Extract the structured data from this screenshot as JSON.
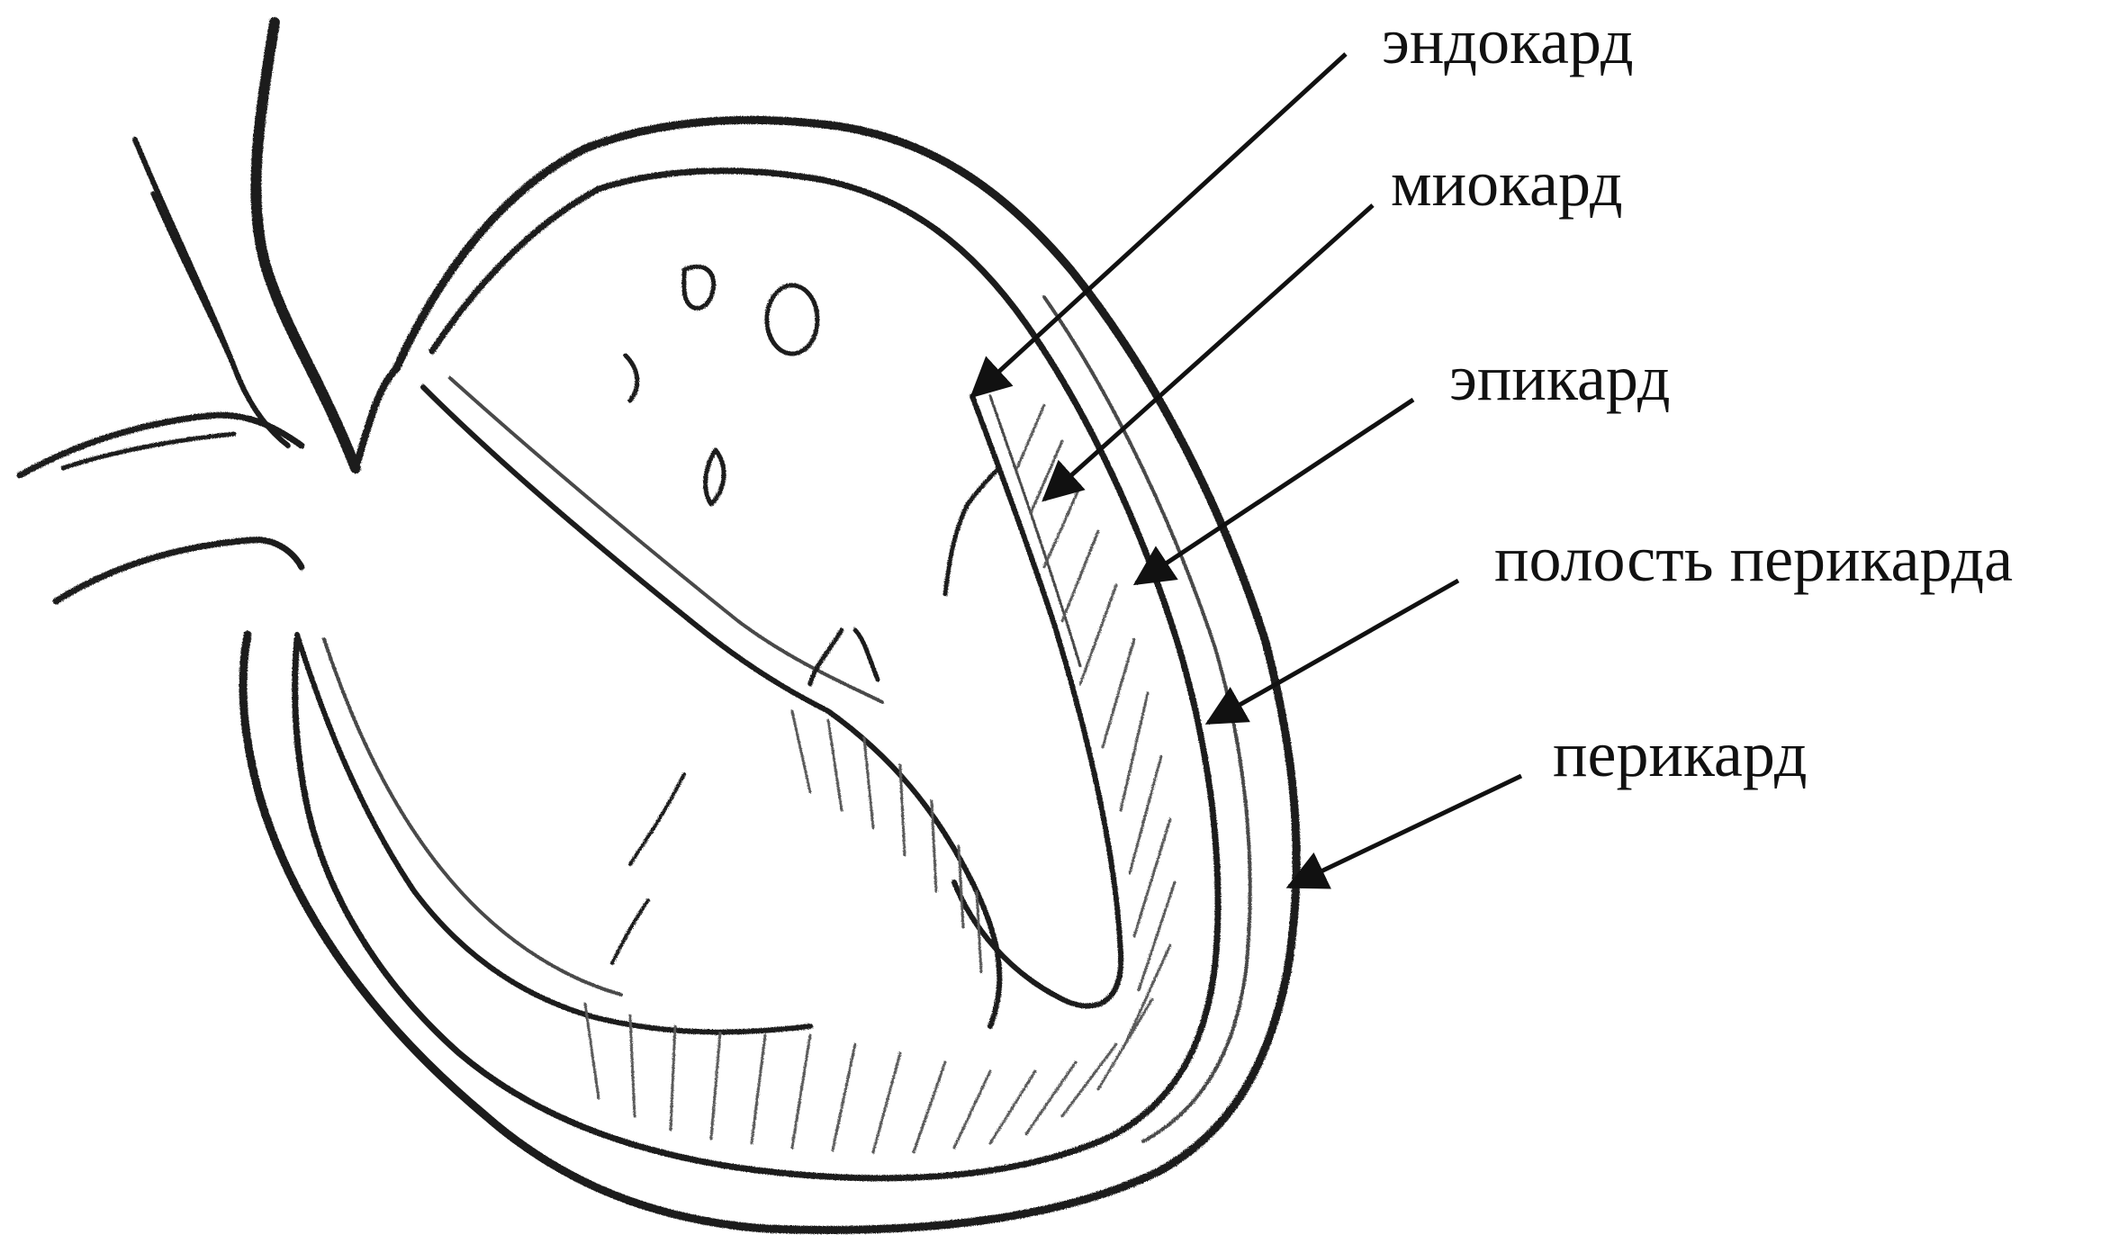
{
  "labels": {
    "endocardium": "эндокард",
    "myocardium": "миокард",
    "epicardium": "эпикард",
    "pericardial_cavity": "полость перикарда",
    "pericardium": "перикард"
  },
  "colors": {
    "ink": "#1b1b1b",
    "background": "#ffffff"
  }
}
